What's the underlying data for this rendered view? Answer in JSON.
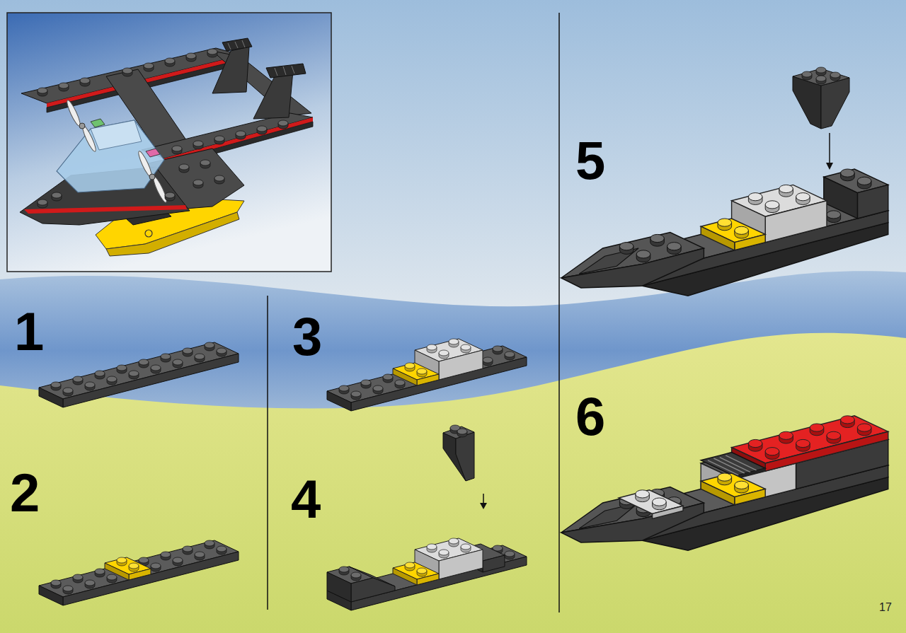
{
  "diagram": {
    "labels": [
      "1",
      "2",
      "3",
      "4",
      "5",
      "6",
      "17"
    ]
  }
}
